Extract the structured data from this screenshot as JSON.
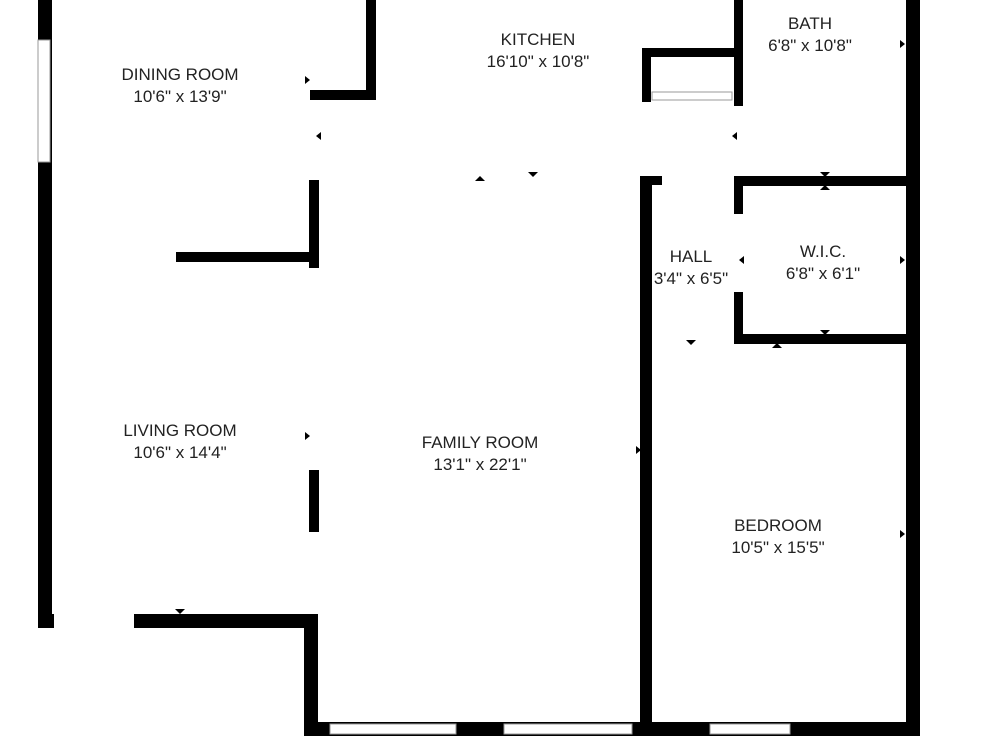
{
  "floor_plan": {
    "rooms": [
      {
        "id": "kitchen",
        "name": "KITCHEN",
        "dimensions": "16'10\" x 10'8\""
      },
      {
        "id": "bath",
        "name": "BATH",
        "dimensions": "6'8\" x 10'8\""
      },
      {
        "id": "dining-room",
        "name": "DINING ROOM",
        "dimensions": "10'6\" x 13'9\""
      },
      {
        "id": "hall",
        "name": "HALL",
        "dimensions": "3'4\" x 6'5\""
      },
      {
        "id": "wic",
        "name": "W.I.C.",
        "dimensions": "6'8\" x 6'1\""
      },
      {
        "id": "living-room",
        "name": "LIVING ROOM",
        "dimensions": "10'6\" x 14'4\""
      },
      {
        "id": "family-room",
        "name": "FAMILY ROOM",
        "dimensions": "13'1\" x 22'1\""
      },
      {
        "id": "bedroom",
        "name": "BEDROOM",
        "dimensions": "10'5\" x 15'5\""
      }
    ],
    "colors": {
      "wall": "#000000",
      "window": "#ffffff",
      "text": "#222222"
    }
  }
}
